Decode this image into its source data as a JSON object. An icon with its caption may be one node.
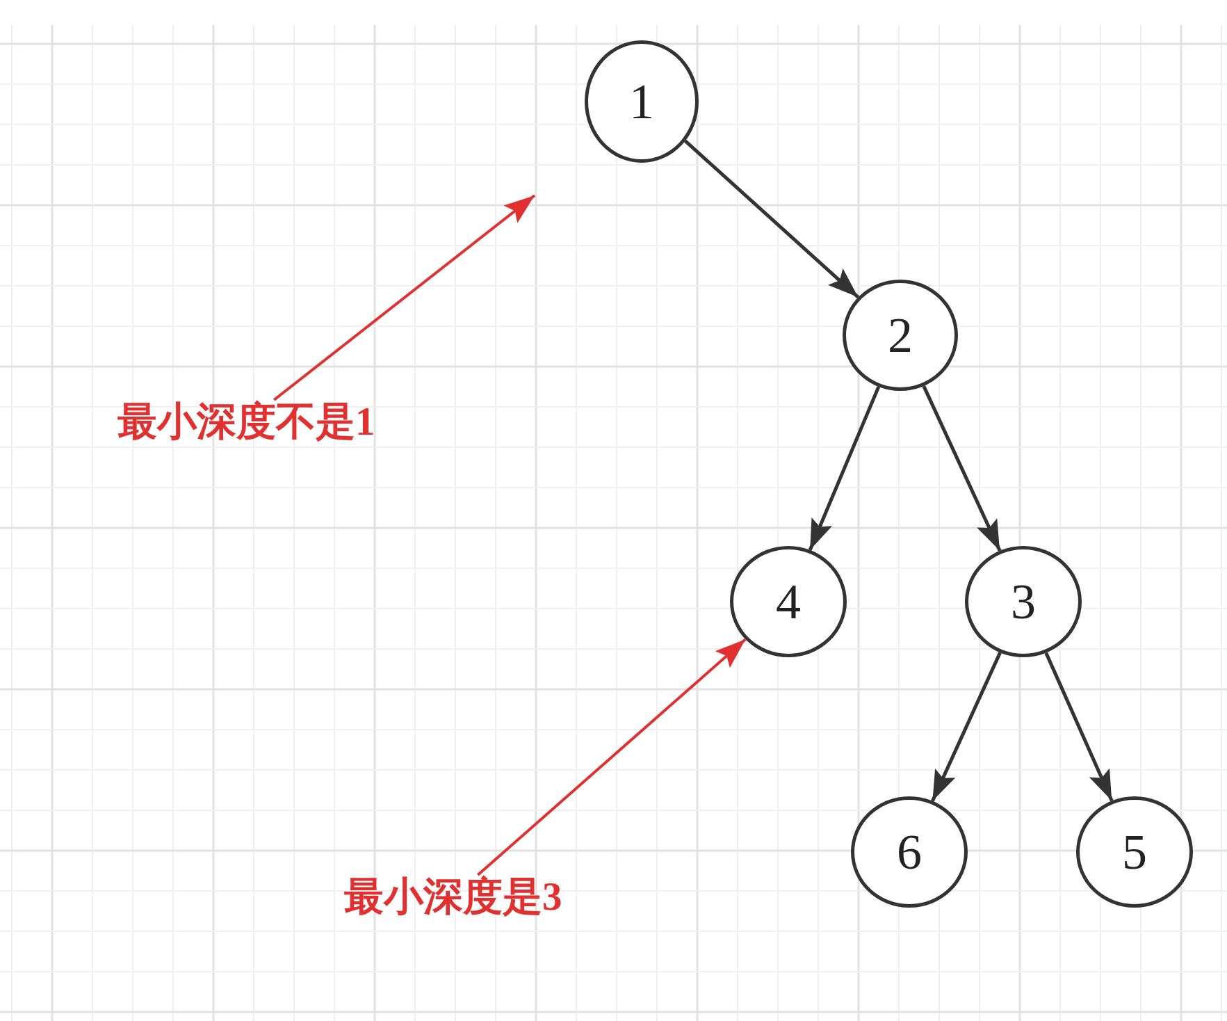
{
  "diagram": {
    "nodes": [
      {
        "text": [
          "1"
        ]
      },
      {
        "text": [
          "2"
        ]
      },
      {
        "text": [
          "4"
        ]
      },
      {
        "text": [
          "3"
        ]
      },
      {
        "text": [
          "6"
        ]
      },
      {
        "text": [
          "5"
        ]
      },
      {
        "text": [
          "最小深度不是1"
        ]
      },
      {
        "text": [
          "最小深度是3"
        ]
      }
    ],
    "edges": [
      {
        "from": 0,
        "to": 1,
        "arrow": "to"
      },
      {
        "from": 1,
        "to": 2,
        "arrow": "to"
      },
      {
        "from": 1,
        "to": 3,
        "arrow": "to"
      },
      {
        "from": 3,
        "to": 4,
        "arrow": "to"
      },
      {
        "from": 3,
        "to": 5,
        "arrow": "to"
      },
      {
        "from": 6,
        "to": null,
        "arrow": "to",
        "color": "#e0302f"
      },
      {
        "from": 7,
        "to": 2,
        "arrow": "to",
        "color": "#e0302f"
      }
    ]
  }
}
